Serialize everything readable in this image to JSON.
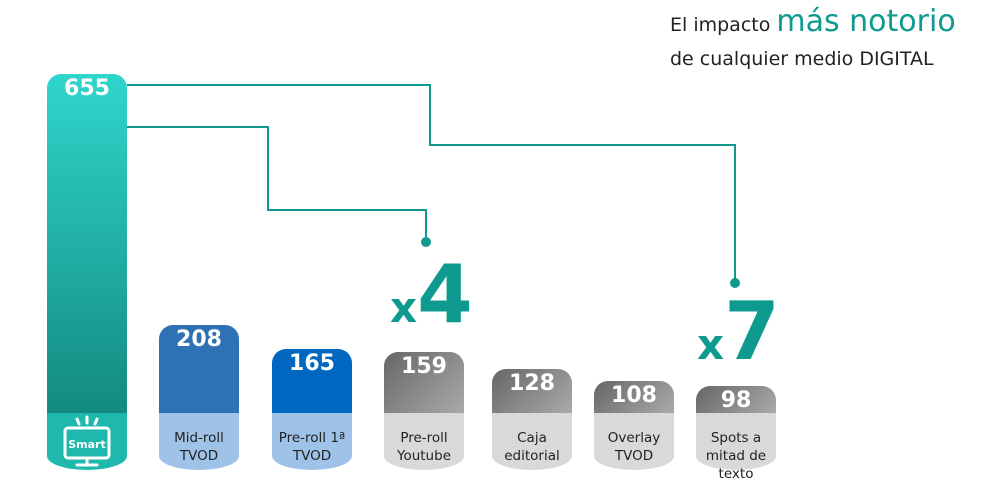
{
  "title": {
    "line1_prefix": "El impacto",
    "line1_highlight": "más notorio",
    "line2": "de cualquier medio DIGITAL"
  },
  "multipliers": [
    {
      "x": "x",
      "n": "4"
    },
    {
      "x": "x",
      "n": "7"
    }
  ],
  "chart_data": {
    "type": "bar",
    "categories": [
      "Smart",
      "Mid-roll TVOD",
      "Pre-roll 1ª TVOD",
      "Pre-roll Youtube",
      "Caja editorial",
      "Overlay TVOD",
      "Spots a mitad de texto"
    ],
    "values": [
      655,
      208,
      165,
      159,
      128,
      108,
      98
    ],
    "icon_label": "Smart",
    "colors": [
      "#1a9e96",
      "#2e71b4",
      "#0068c0",
      "#7a7a7a",
      "#7d7d7d",
      "#808080",
      "#858585"
    ],
    "label_colors": [
      "#1fb8ad",
      "#9fc3e8",
      "#9fc3e8",
      "#d9d9d9",
      "#d9d9d9",
      "#d9d9d9",
      "#d9d9d9"
    ]
  }
}
